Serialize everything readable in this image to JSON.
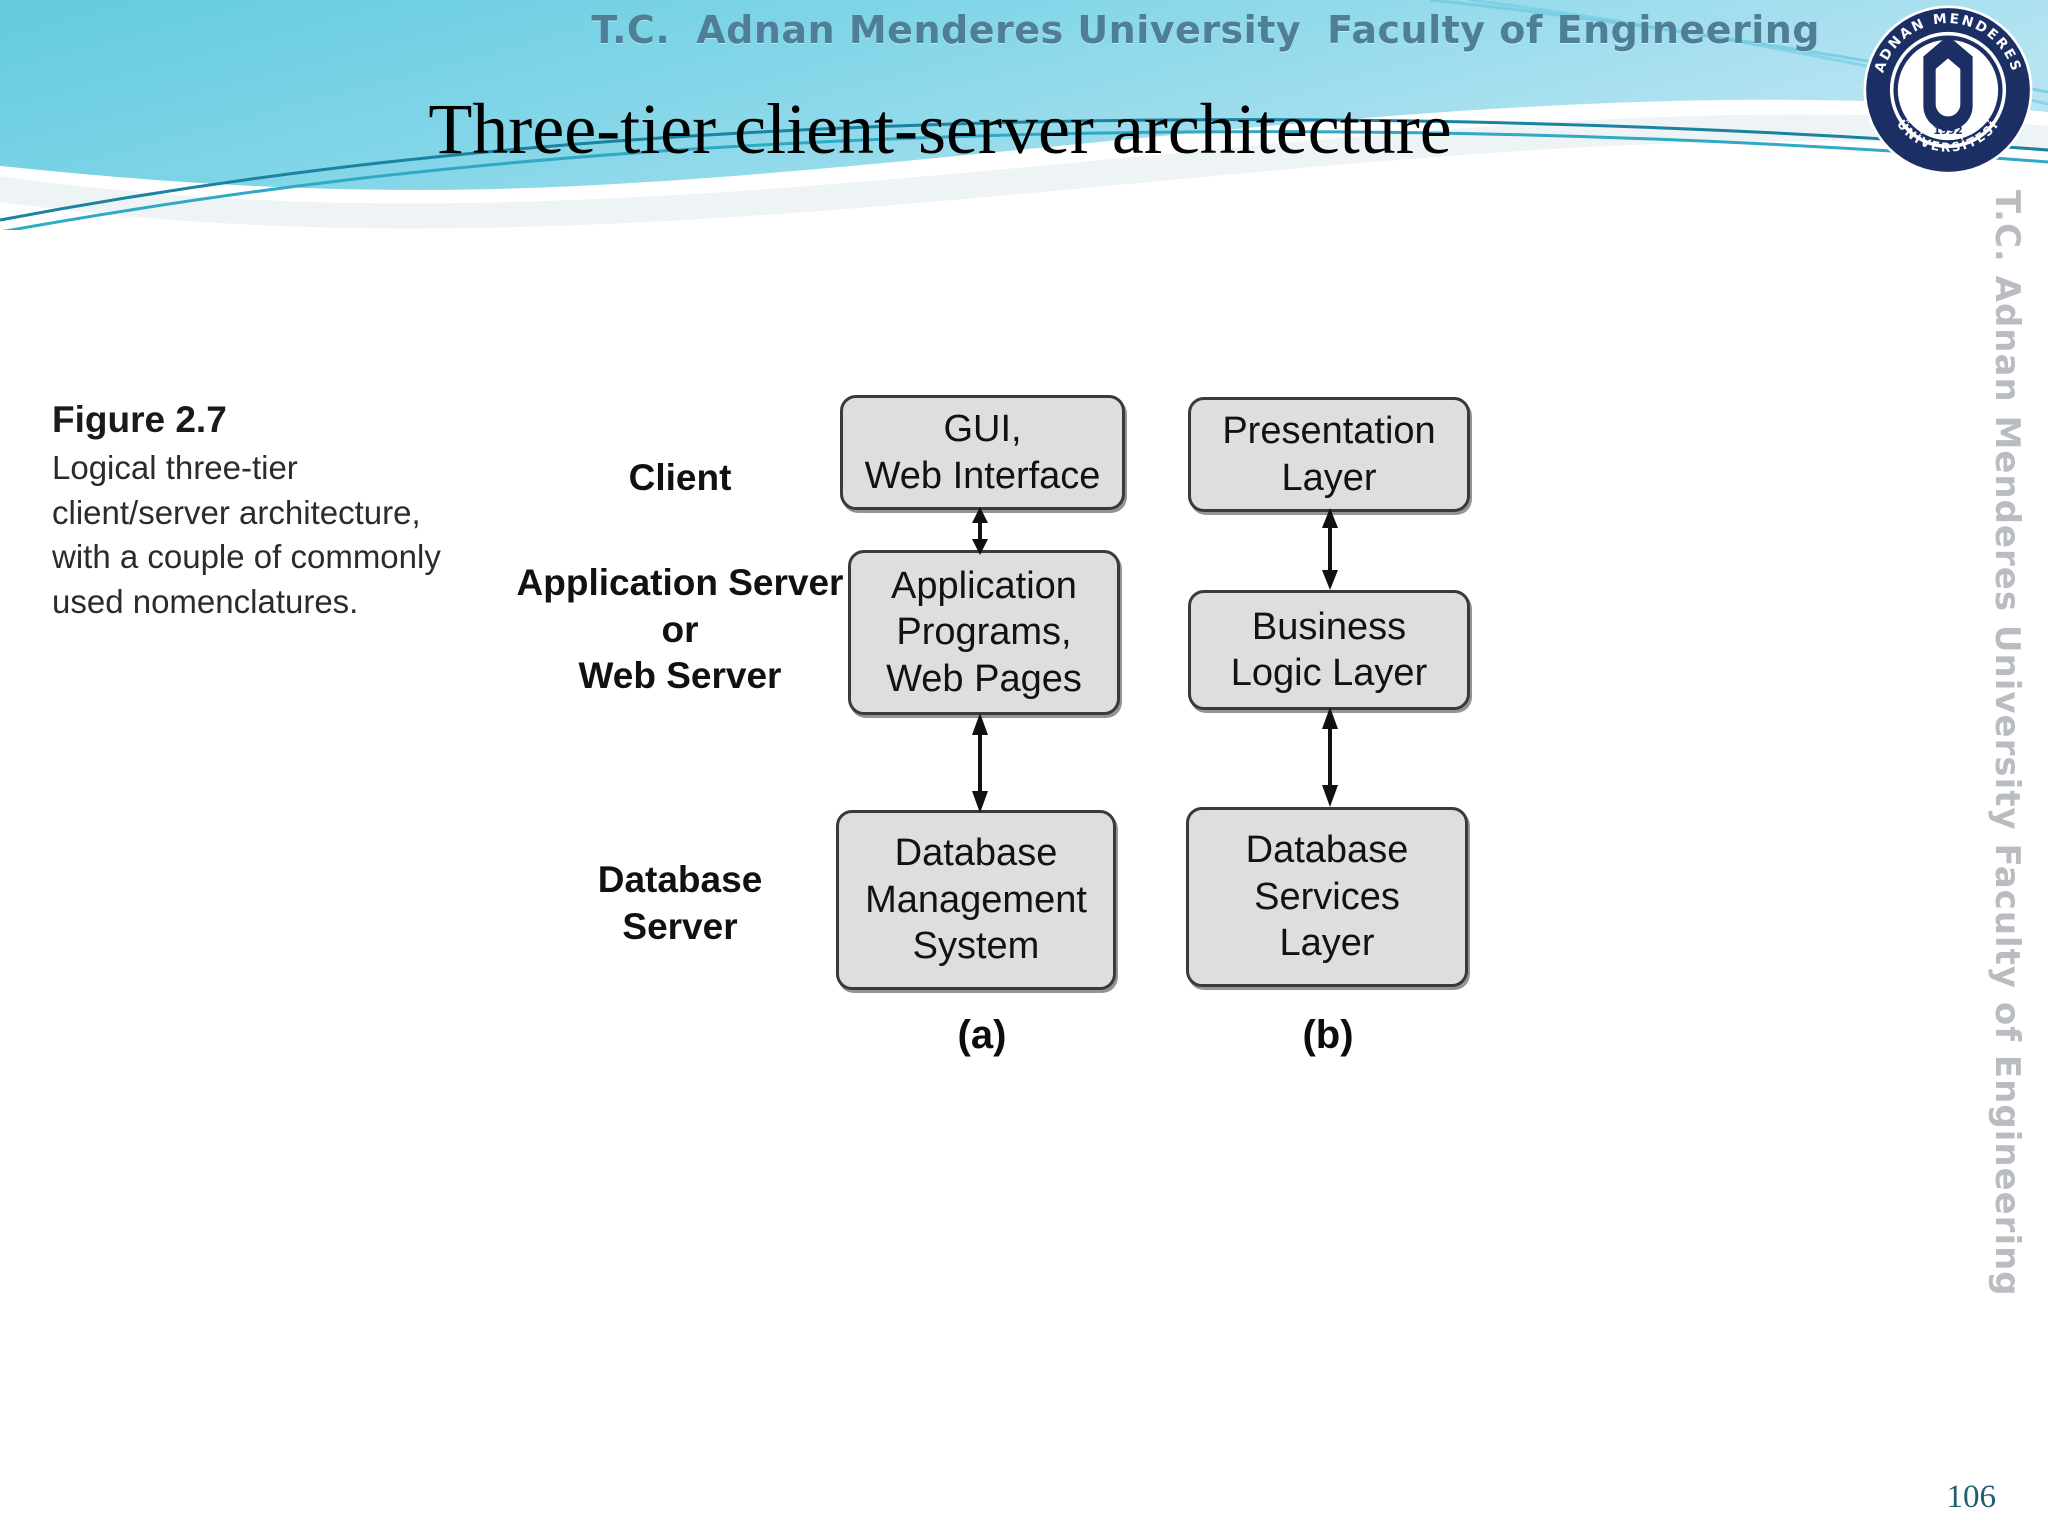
{
  "header": {
    "university_line": [
      "T.C.",
      "Adnan Menderes University",
      "Faculty of Engineering"
    ],
    "logo": {
      "name": "adnan-menderes-university-seal",
      "top_arc_text": "ADNAN MENDERES",
      "bottom_arc_text": "ÜNİVERSİTESİ",
      "year": "1992",
      "color": "#1c2f64"
    },
    "banner_colors": {
      "gradient_start": "#5cc8dd",
      "gradient_end": "#a9dff0",
      "swoosh_light": "#f2f5f7",
      "swoosh_line": "#1d7f99"
    }
  },
  "slide": {
    "title": "Three-tier client-server architecture",
    "page_number": "106",
    "page_number_color": "#1f5f73",
    "side_text": "T.C. Adnan Menderes University  Faculty of Engineering"
  },
  "figure": {
    "number_label": "Figure 2.7",
    "description_lines": [
      "Logical three-tier",
      "client/server architecture,",
      "with a couple of commonly",
      "used nomenclatures."
    ]
  },
  "diagram": {
    "tier_labels": [
      {
        "id": "client",
        "lines": [
          "Client"
        ]
      },
      {
        "id": "application-server",
        "lines": [
          "Application Server",
          "or",
          "Web Server"
        ]
      },
      {
        "id": "database-server",
        "lines": [
          "Database",
          "Server"
        ]
      }
    ],
    "columns": [
      {
        "id": "a",
        "caption": "(a)",
        "boxes": [
          {
            "id": "a-top",
            "lines": [
              "GUI,",
              "Web Interface"
            ]
          },
          {
            "id": "a-mid",
            "lines": [
              "Application",
              "Programs,",
              "Web Pages"
            ]
          },
          {
            "id": "a-bottom",
            "lines": [
              "Database",
              "Management",
              "System"
            ]
          }
        ]
      },
      {
        "id": "b",
        "caption": "(b)",
        "boxes": [
          {
            "id": "b-top",
            "lines": [
              "Presentation",
              "Layer"
            ]
          },
          {
            "id": "b-mid",
            "lines": [
              "Business",
              "Logic Layer"
            ]
          },
          {
            "id": "b-bottom",
            "lines": [
              "Database",
              "Services",
              "Layer"
            ]
          }
        ]
      }
    ],
    "connectors": [
      {
        "id": "a-1",
        "from": "a-top",
        "to": "a-mid",
        "style": "double-arrow"
      },
      {
        "id": "a-2",
        "from": "a-mid",
        "to": "a-bottom",
        "style": "double-arrow"
      },
      {
        "id": "b-1",
        "from": "b-top",
        "to": "b-mid",
        "style": "double-arrow"
      },
      {
        "id": "b-2",
        "from": "b-mid",
        "to": "b-bottom",
        "style": "double-arrow"
      }
    ],
    "box_fill": "#dedede",
    "box_border": "#3a3a3a"
  }
}
